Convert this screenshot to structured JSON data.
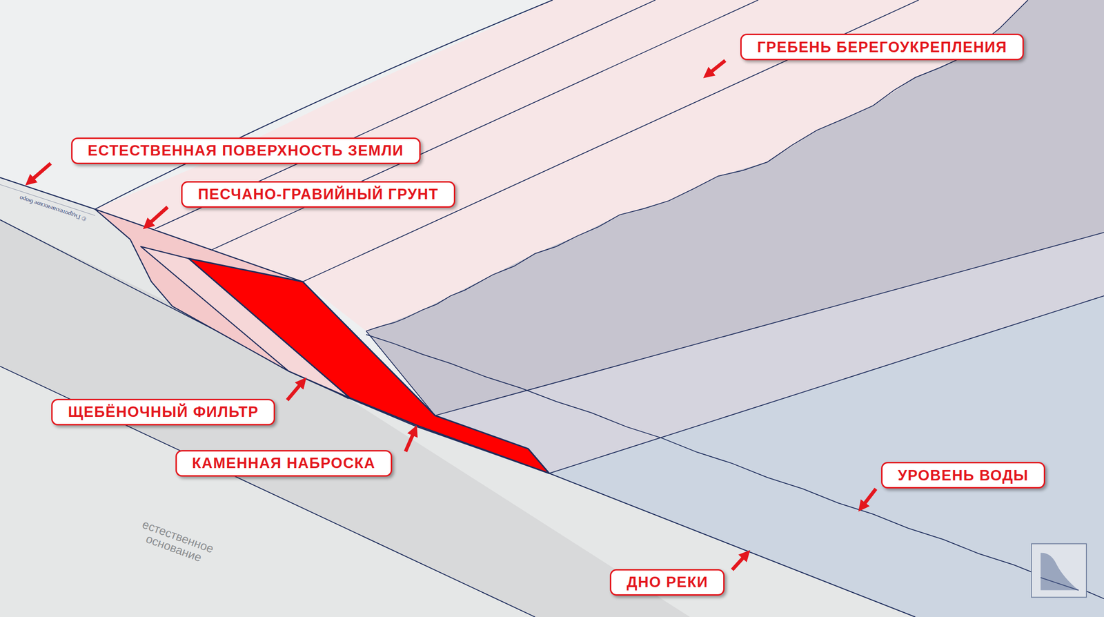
{
  "diagram": {
    "nodes": [
      {
        "text": [
          "ГРЕБЕНЬ БЕРЕГОУКРЕПЛЕНИЯ"
        ]
      },
      {
        "text": [
          "ЕСТЕСТВЕННАЯ ПОВЕРХНОСТЬ ЗЕМЛИ"
        ]
      },
      {
        "text": [
          "ПЕСЧАНО-ГРАВИЙНЫЙ ГРУНТ"
        ]
      },
      {
        "text": [
          "ЩЕБЁНОЧНЫЙ ФИЛЬТР"
        ]
      },
      {
        "text": [
          "КАМЕННАЯ НАБРОСКА"
        ]
      },
      {
        "text": [
          "УРОВЕНЬ ВОДЫ"
        ]
      },
      {
        "text": [
          "ДНО РЕКИ"
        ]
      }
    ],
    "labels": [
      "естественное основание",
      "© Гидротехническое бюро"
    ]
  }
}
